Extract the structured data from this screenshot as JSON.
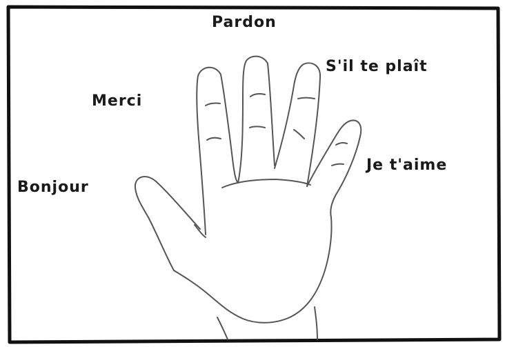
{
  "labels": {
    "thumb": "Bonjour",
    "index": "Merci",
    "middle": "Pardon",
    "ring": "S'il te plaît",
    "pinky": "Je t'aime"
  },
  "icons": {
    "hand": "hand-drawing-icon"
  },
  "colors": {
    "ink": "#1a1a1a",
    "sketch": "#555555",
    "background": "#ffffff"
  }
}
